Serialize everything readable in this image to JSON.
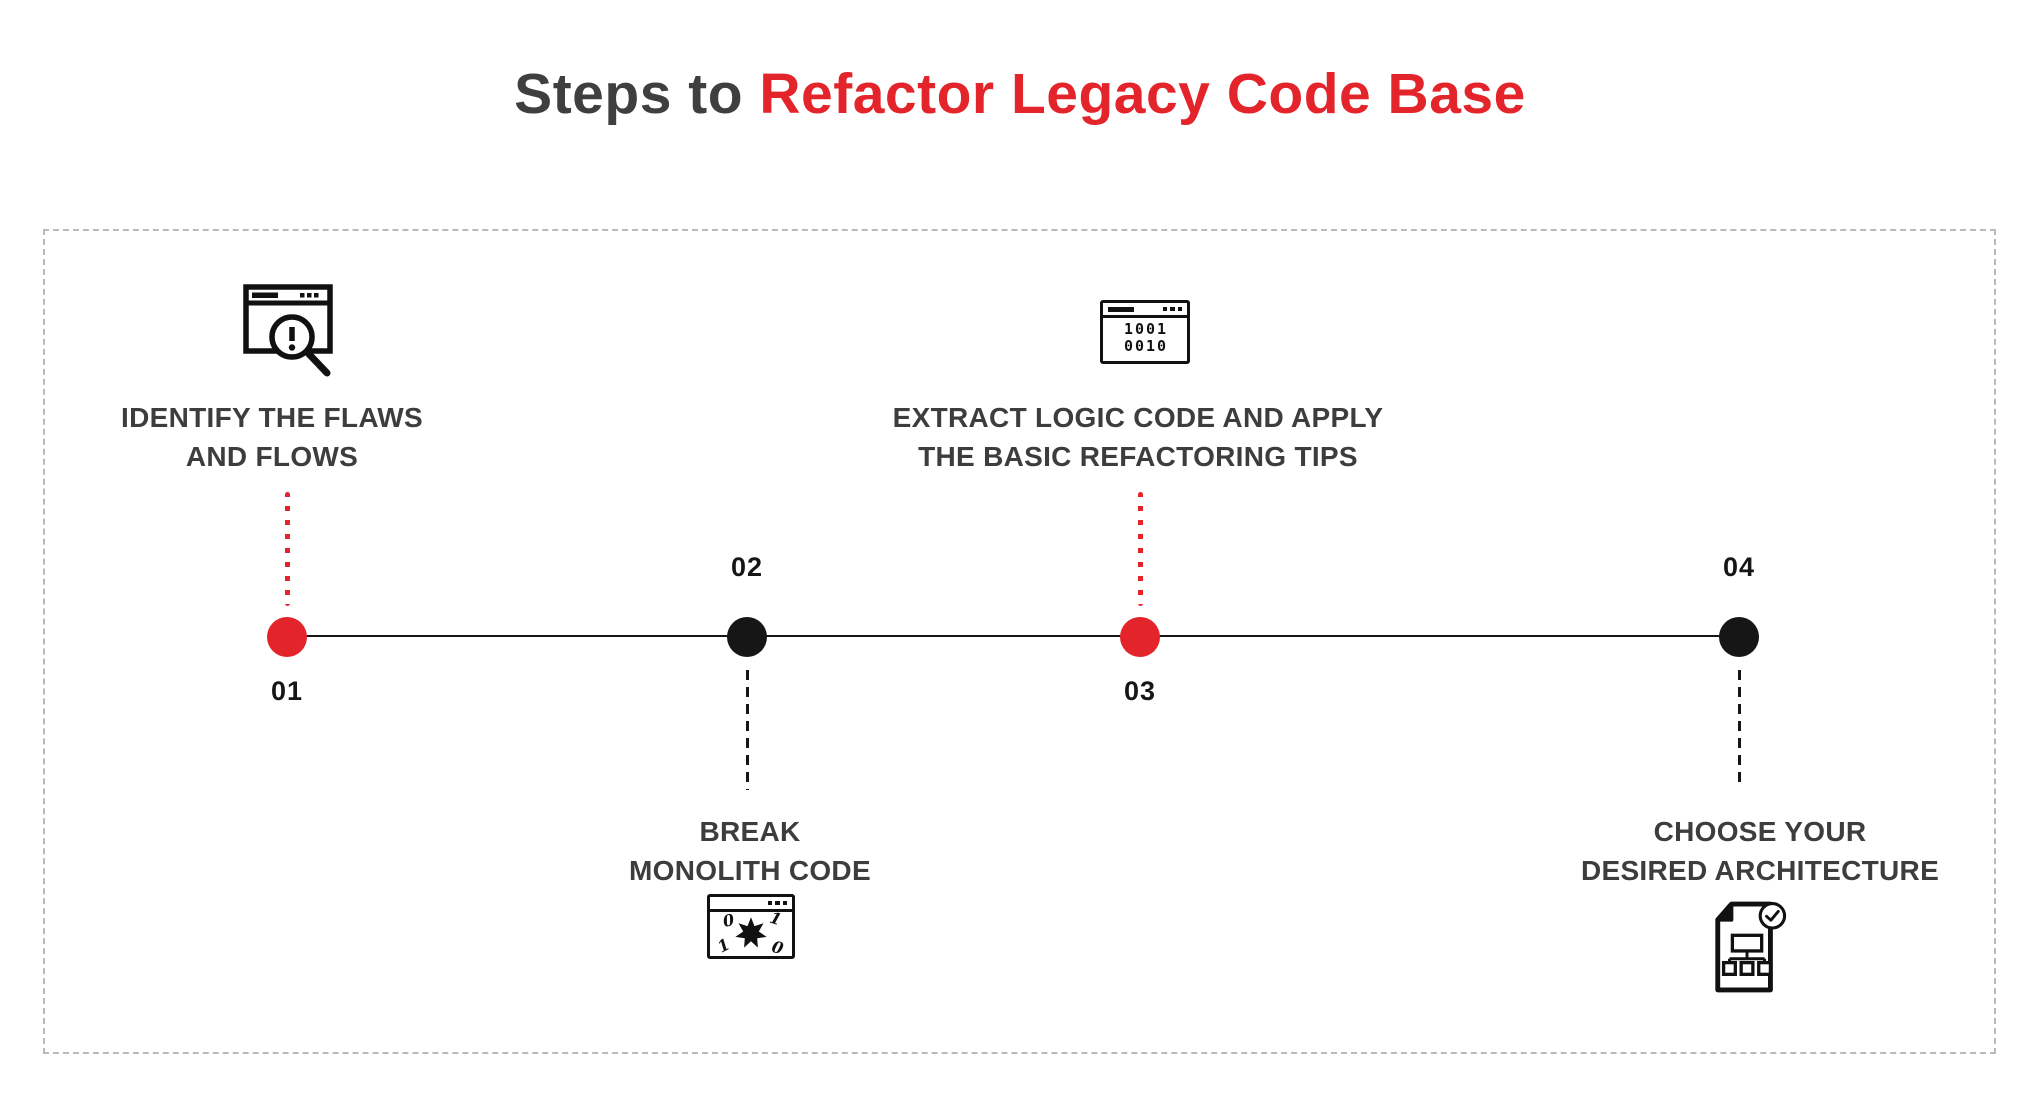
{
  "title": {
    "prefix": "Steps to",
    "highlight": "Refactor Legacy Code Base"
  },
  "colors": {
    "accent_red": "#e3242b",
    "ink_black": "#161616",
    "label_gray": "#3d3d3d",
    "frame_dash_gray": "#b9b9b9"
  },
  "steps": [
    {
      "number": "01",
      "line1": "IDENTIFY THE FLAWS",
      "line2": "AND FLOWS",
      "icon": "browser-search-alert-icon",
      "dot": "red",
      "side": "top"
    },
    {
      "number": "02",
      "line1": "BREAK",
      "line2": "MONOLITH CODE",
      "icon": "browser-code-break-icon",
      "dot": "black",
      "side": "bottom"
    },
    {
      "number": "03",
      "line1": "EXTRACT LOGIC CODE AND APPLY",
      "line2": "THE BASIC REFACTORING TIPS",
      "icon": "browser-binary-code-icon",
      "dot": "red",
      "side": "top"
    },
    {
      "number": "04",
      "line1": "CHOOSE YOUR",
      "line2": "DESIRED ARCHITECTURE",
      "icon": "document-architecture-check-icon",
      "dot": "black",
      "side": "bottom"
    }
  ],
  "icons": {
    "binary_window": {
      "row1": "1001",
      "row2": "0010"
    },
    "break_window": {
      "digit_top_left": "0",
      "digit_top_right": "1",
      "digit_bottom_left": "1",
      "digit_bottom_right": "0"
    }
  }
}
